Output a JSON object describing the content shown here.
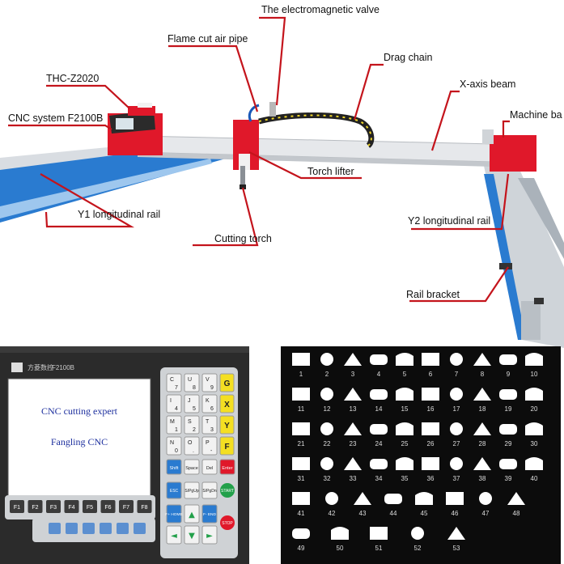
{
  "labels": {
    "valve": "The electromagnetic valve",
    "air_pipe": "Flame cut air pipe",
    "drag_chain": "Drag chain",
    "thc": "THC-Z2020",
    "x_beam": "X-axis beam",
    "cnc_system": "CNC system F2100B",
    "machine_base": "Machine ba",
    "torch_lifter": "Torch lifter",
    "y1_rail": "Y1 longitudinal rail",
    "y2_rail": "Y2 longitudinal rail",
    "cutting_torch": "Cutting torch",
    "rail_bracket": "Rail bracket"
  },
  "controller": {
    "brand": "方菱数控",
    "model": "F2100B",
    "screen_line1": "CNC cutting expert",
    "screen_line2": "Fangling CNC",
    "fkeys": [
      "F1",
      "F2",
      "F3",
      "F4",
      "F5",
      "F6",
      "F7",
      "F8"
    ],
    "keypad": [
      [
        "C",
        "7",
        "U",
        "8",
        "V",
        "9",
        "G"
      ],
      [
        "I",
        "4",
        "J",
        "5",
        "K",
        "6",
        "X"
      ],
      [
        "M",
        "1",
        "S",
        "2",
        "T",
        "3",
        "Y"
      ],
      [
        "N",
        "0",
        "O",
        ".",
        "P",
        "-",
        "F"
      ],
      [
        "Shift",
        "Space",
        "Del",
        "Enter"
      ],
      [
        "ESC",
        "S/PgUp",
        "S/PgDn",
        "START"
      ],
      [
        "F+ HOME",
        "F- END",
        "STOP"
      ]
    ]
  },
  "shapes": {
    "numbers": [
      "1",
      "2",
      "3",
      "4",
      "5",
      "6",
      "7",
      "8",
      "9",
      "10",
      "11",
      "12",
      "13",
      "14",
      "15",
      "16",
      "17",
      "18",
      "19",
      "20",
      "21",
      "22",
      "23",
      "24",
      "25",
      "26",
      "27",
      "28",
      "29",
      "30",
      "31",
      "32",
      "33",
      "34",
      "35",
      "36",
      "37",
      "38",
      "39",
      "40",
      "41",
      "42",
      "43",
      "44",
      "45",
      "46",
      "47",
      "48",
      "49",
      "50",
      "51",
      "52",
      "53"
    ]
  },
  "colors": {
    "machine_red": "#e0182a",
    "rail_blue": "#2a7bd0",
    "controller_body": "#2b2b2b",
    "screen_bg": "#ffffff",
    "screen_text": "#1d2f9e",
    "pointer": "#c4141c",
    "shapes_bg": "#0c0c0c"
  }
}
